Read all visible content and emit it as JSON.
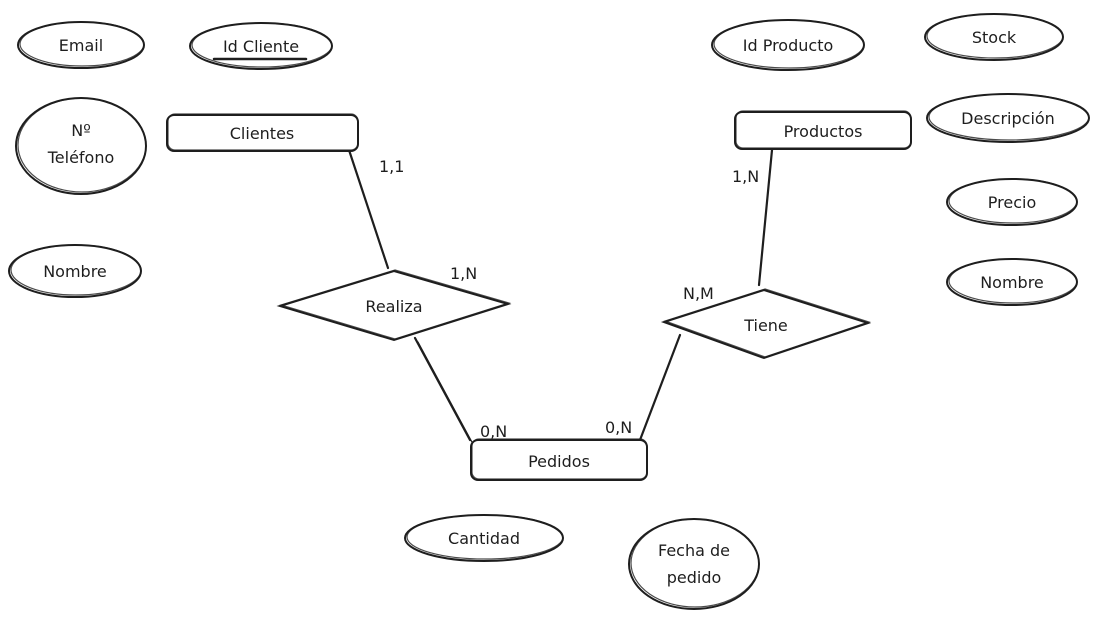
{
  "entities": {
    "clientes": "Clientes",
    "productos": "Productos",
    "pedidos": "Pedidos"
  },
  "relationships": {
    "realiza": "Realiza",
    "tiene": "Tiene"
  },
  "attributes": {
    "email": "Email",
    "id_cliente": "Id Cliente",
    "telefono_line1": "Nº",
    "telefono_line2": "Teléfono",
    "nombre_cliente": "Nombre",
    "id_producto": "Id Producto",
    "stock": "Stock",
    "descripcion": "Descripción",
    "precio": "Precio",
    "nombre_producto": "Nombre",
    "cantidad": "Cantidad",
    "fecha_line1": "Fecha de",
    "fecha_line2": "pedido"
  },
  "cardinalities": {
    "clientes_realiza": "1,1",
    "realiza_clientes": "1,N",
    "realiza_pedidos": "0,N",
    "tiene_pedidos": "0,N",
    "tiene_productos": "N,M",
    "productos_tiene": "1,N"
  }
}
